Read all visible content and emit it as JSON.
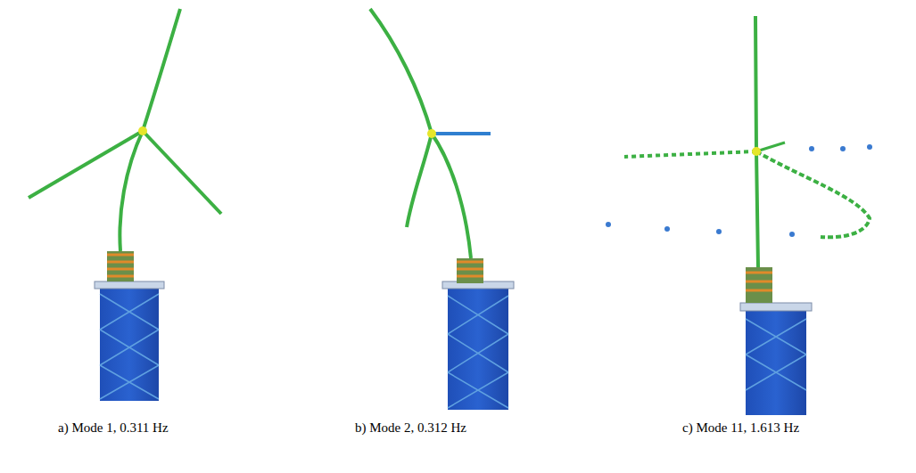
{
  "diagram": {
    "labels": [
      "a) Mode 1, 0.311 Hz",
      "b) Mode 2, 0.312 Hz",
      "c) Mode 11, 1.613 Hz"
    ]
  }
}
